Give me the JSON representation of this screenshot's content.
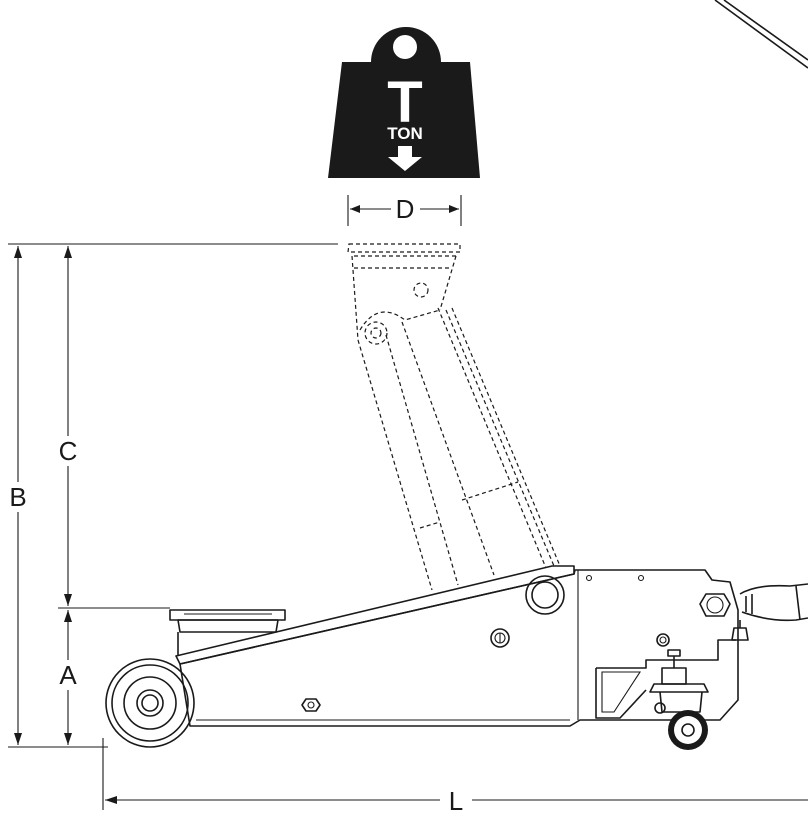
{
  "badge": {
    "letter": "T",
    "unit": "TON",
    "color": "#1a1a1a",
    "icon": "weight-icon"
  },
  "dimensions": {
    "A": "A",
    "B": "B",
    "C": "C",
    "D": "D",
    "L": "L"
  },
  "colors": {
    "line": "#1a1a1a",
    "background": "#ffffff"
  }
}
